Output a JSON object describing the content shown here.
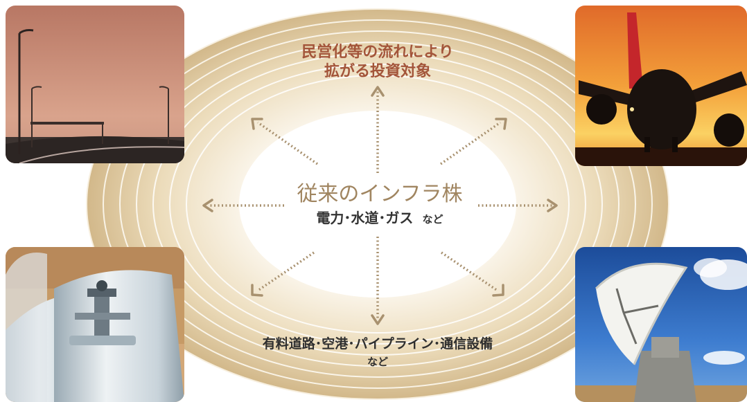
{
  "diagram": {
    "top_label": {
      "line1": "民営化等の流れにより",
      "line2": "拡がる投資対象"
    },
    "center_label": {
      "title": "従来のインフラ株",
      "subtitle": "電力･水道･ガス",
      "subtitle_suffix": "など"
    },
    "bottom_label": {
      "line1": "有料道路･空港･パイプライン･通信設備",
      "line2": "など"
    }
  },
  "colors": {
    "ring_outer": "#d8c39c",
    "ring_inner": "#f6eedd",
    "arrow": "#a8916f",
    "top_label": "#a3553a",
    "center_label": "#a08560"
  },
  "photos": {
    "top_left": "highway-icon",
    "top_right": "airplane-icon",
    "bottom_left": "pipeline-icon",
    "bottom_right": "satellite-dish-icon"
  }
}
